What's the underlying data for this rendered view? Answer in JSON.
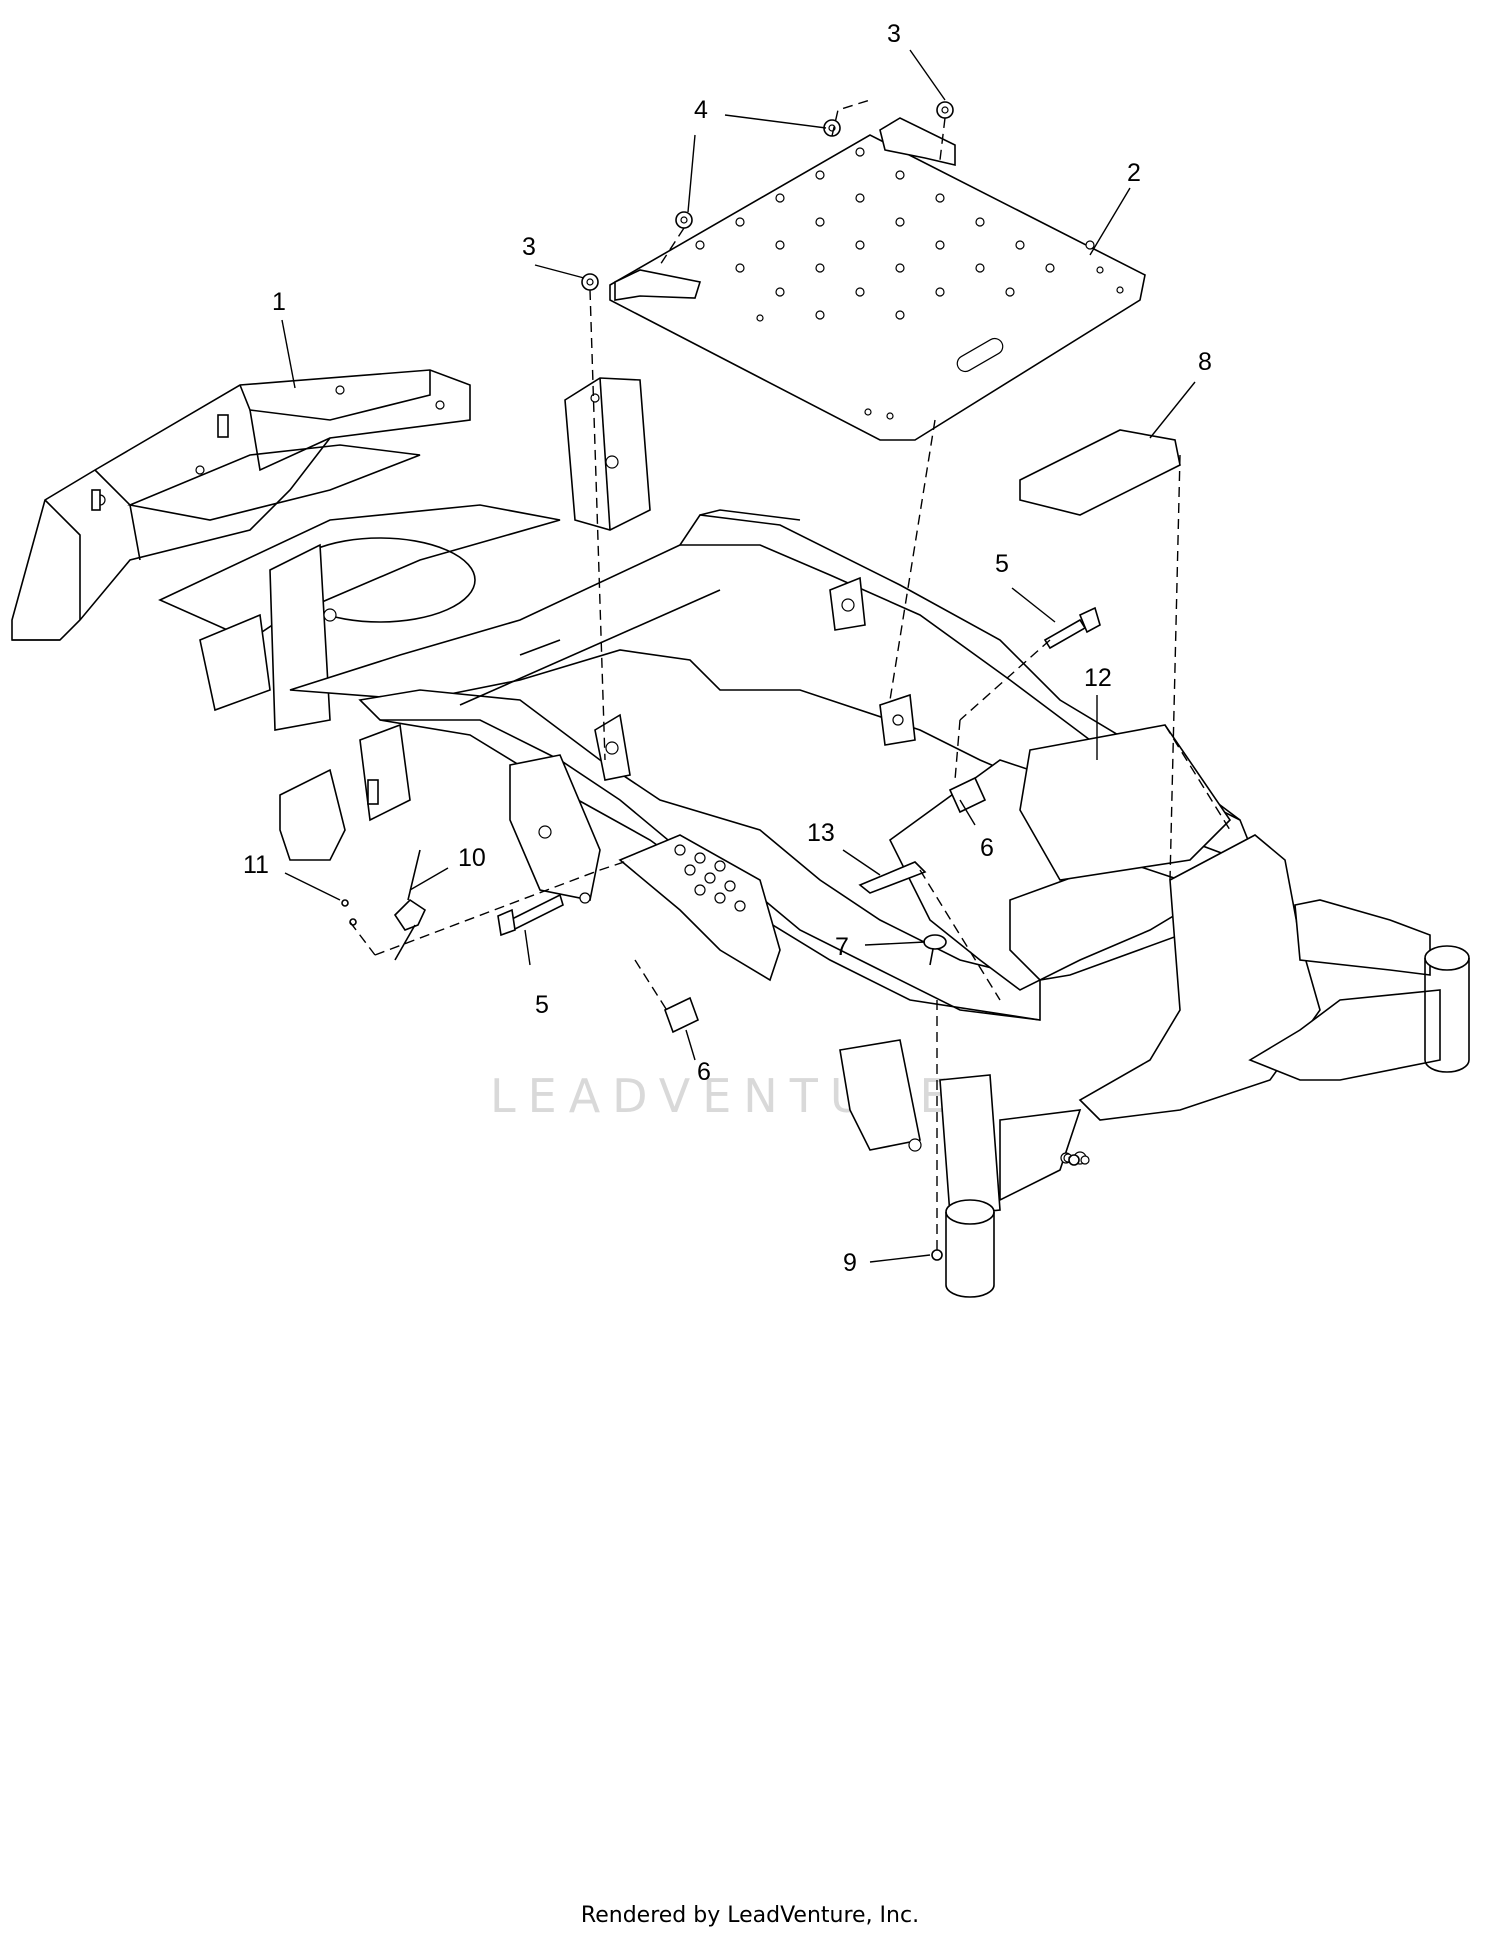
{
  "diagram": {
    "callouts": {
      "c1": "1",
      "c2": "2",
      "c3a": "3",
      "c3b": "3",
      "c4": "4",
      "c5a": "5",
      "c5b": "5",
      "c6a": "6",
      "c6b": "6",
      "c7": "7",
      "c8": "8",
      "c9": "9",
      "c10": "10",
      "c11": "11",
      "c12": "12",
      "c13": "13"
    },
    "watermark": "LEADVENTURE"
  },
  "footer": {
    "text": "Rendered by LeadVenture, Inc."
  }
}
